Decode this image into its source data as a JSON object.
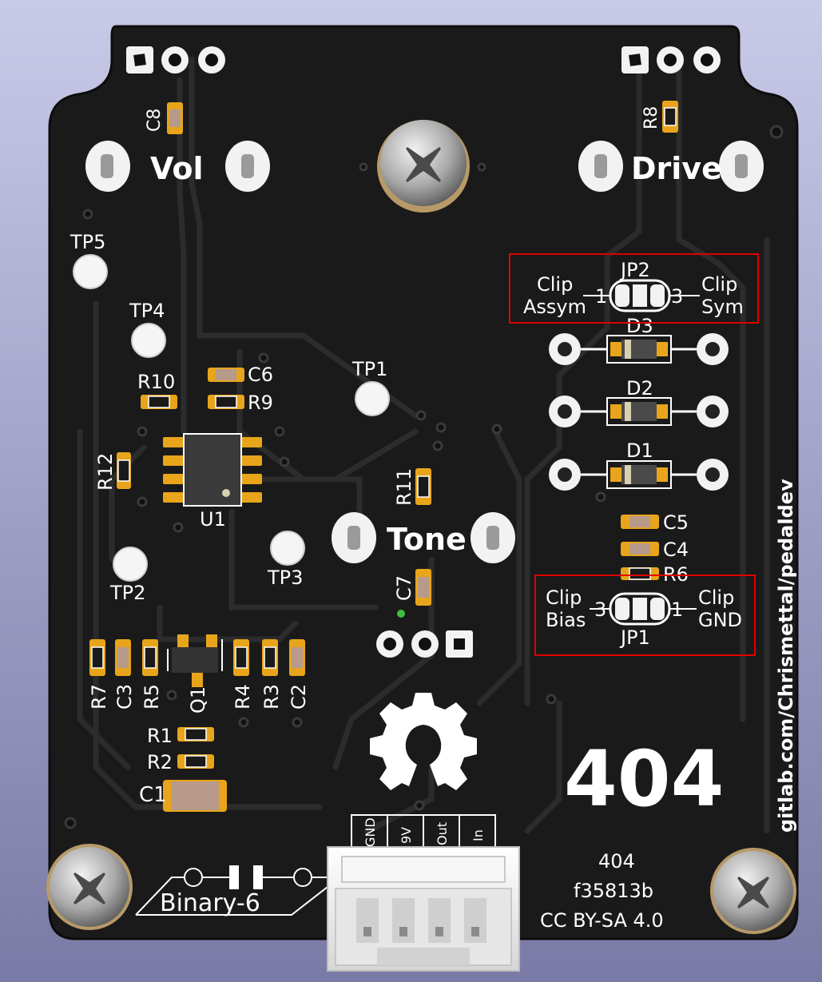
{
  "board": {
    "solder_mask": "#1b1b1b",
    "silkscreen": "#ffffff",
    "pad_color": "#e8a51b",
    "annotation_box_color": "#e00000"
  },
  "pots": {
    "vol": "Vol",
    "drive": "Drive",
    "tone": "Tone"
  },
  "test_points": [
    "TP5",
    "TP4",
    "TP1",
    "TP2",
    "TP3"
  ],
  "components": {
    "c8": "C8",
    "r8": "R8",
    "c6": "C6",
    "r9": "R9",
    "r10": "R10",
    "r12": "R12",
    "u1": "U1",
    "r11": "R11",
    "c7": "C7",
    "d1": "D1",
    "d2": "D2",
    "d3": "D3",
    "c5": "C5",
    "c4": "C4",
    "r6": "R6",
    "r7": "R7",
    "c3": "C3",
    "r5": "R5",
    "q1": "Q1",
    "r4": "R4",
    "r3": "R3",
    "c2": "C2",
    "r1": "R1",
    "r2": "R2",
    "c1": "C1"
  },
  "jumpers": {
    "jp2": {
      "name": "JP2",
      "left_1": "Clip",
      "left_2": "Assym",
      "pin_left": "1",
      "pin_right": "3",
      "right_1": "Clip",
      "right_2": "Sym"
    },
    "jp1": {
      "name": "JP1",
      "left_1": "Clip",
      "left_2": "Bias",
      "pin_left": "3",
      "pin_right": "1",
      "right_1": "Clip",
      "right_2": "GND"
    }
  },
  "connector": {
    "pins": [
      "GND",
      "9V",
      "Out",
      "In"
    ]
  },
  "graphic_label": "Binary-6",
  "big_number": "404",
  "info": {
    "line1": "404",
    "line2": "f35813b",
    "line3": "CC BY-SA 4.0"
  },
  "url": "gitlab.com/Chrismettal/pedaldev"
}
